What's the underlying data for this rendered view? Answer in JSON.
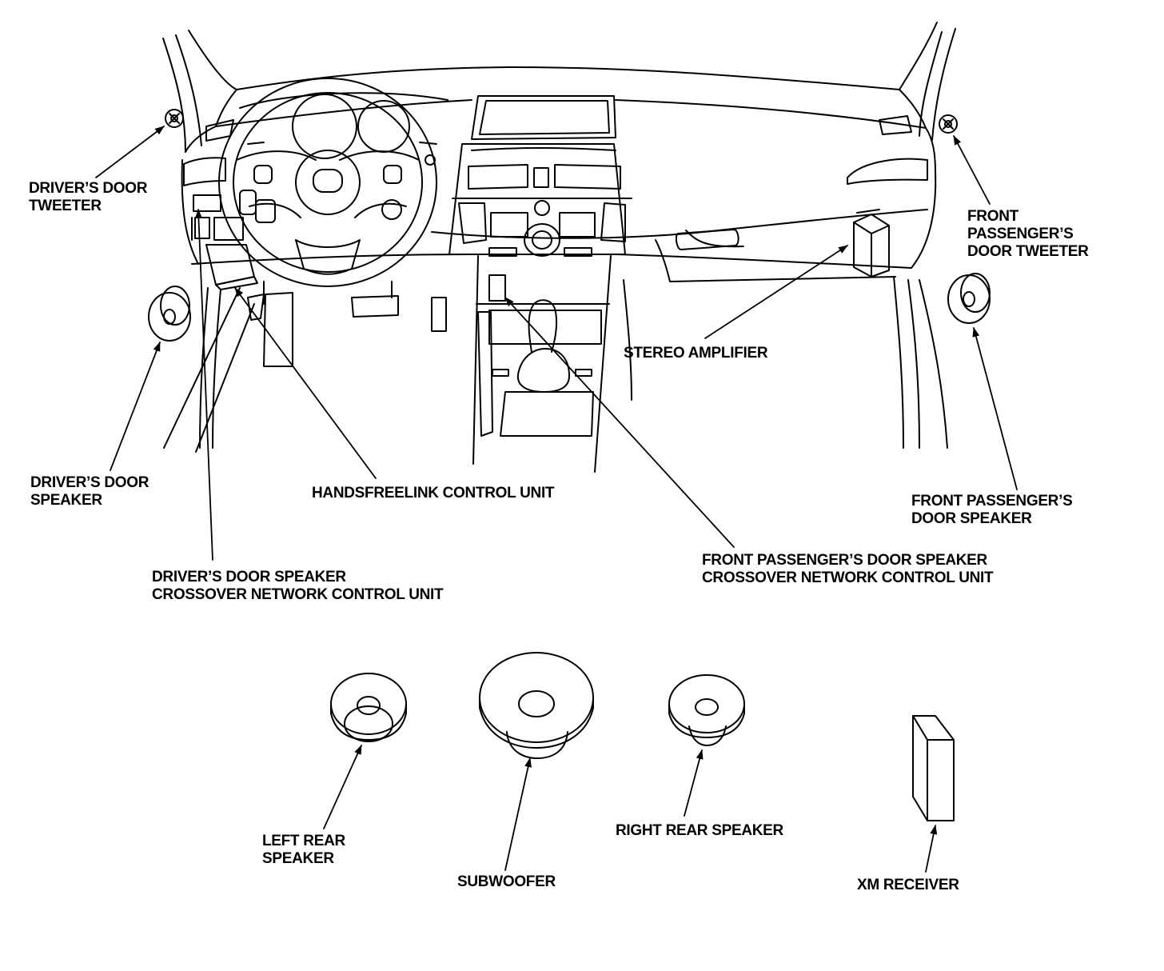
{
  "labels": {
    "drivers_door_tweeter": [
      "DRIVER’S DOOR",
      "TWEETER"
    ],
    "front_passengers_door_tweeter": [
      "FRONT",
      "PASSENGER’S",
      "DOOR TWEETER"
    ],
    "stereo_amplifier": [
      "STEREO AMPLIFIER"
    ],
    "drivers_door_speaker": [
      "DRIVER’S DOOR",
      "SPEAKER"
    ],
    "handsfreelink_control_unit": [
      "HANDSFREELINK CONTROL UNIT"
    ],
    "front_passengers_door_speaker": [
      "FRONT PASSENGER’S",
      "DOOR SPEAKER"
    ],
    "front_passengers_crossover": [
      "FRONT PASSENGER’S DOOR SPEAKER",
      "CROSSOVER NETWORK CONTROL UNIT"
    ],
    "drivers_crossover": [
      "DRIVER’S DOOR SPEAKER",
      "CROSSOVER NETWORK CONTROL UNIT"
    ],
    "left_rear_speaker": [
      "LEFT REAR",
      "SPEAKER"
    ],
    "subwoofer": [
      "SUBWOOFER"
    ],
    "right_rear_speaker": [
      "RIGHT REAR SPEAKER"
    ],
    "xm_receiver": [
      "XM RECEIVER"
    ]
  },
  "colors": {
    "ink": "#000000",
    "paper": "#ffffff",
    "shade": "#e6e6e6"
  }
}
